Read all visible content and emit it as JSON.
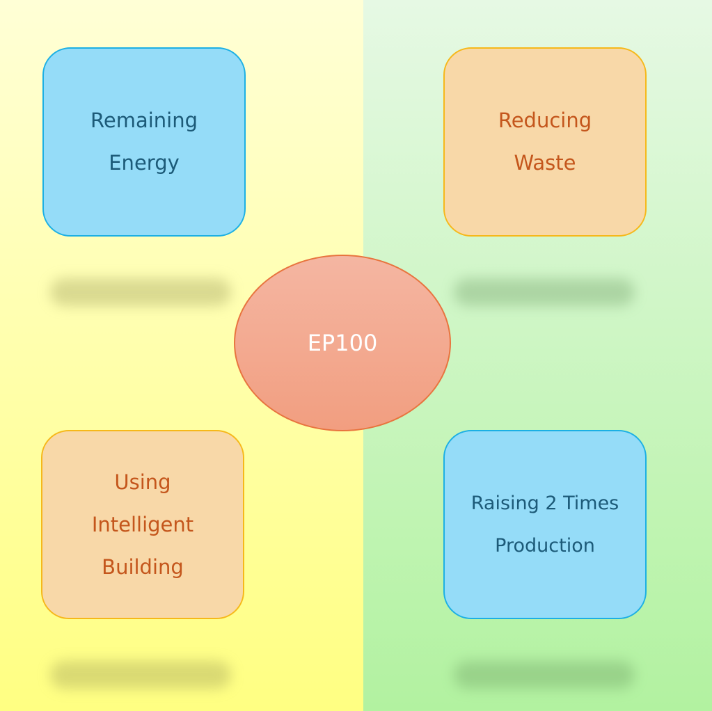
{
  "center": {
    "label": "EP100"
  },
  "boxes": [
    {
      "label": "Remaining Energy",
      "color": "blue"
    },
    {
      "label": "Reducing Waste",
      "color": "orange"
    },
    {
      "label": "Using Intelligent Building",
      "color": "orange"
    },
    {
      "label": "Raising 2 Times Production",
      "color": "blue"
    }
  ]
}
